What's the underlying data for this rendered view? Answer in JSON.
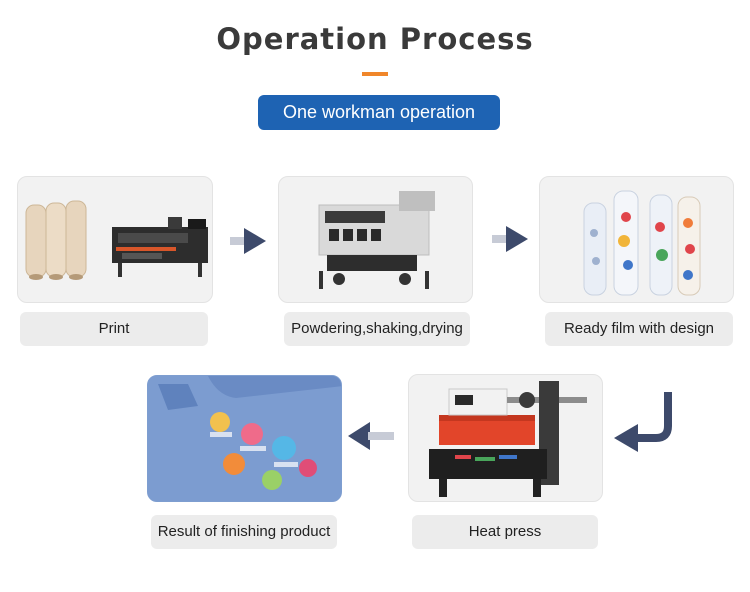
{
  "header": {
    "title": "Operation Process",
    "subtitle_pill": "One workman operation"
  },
  "steps": [
    {
      "label": "Print",
      "icon": "dtf-printer-with-film-rolls"
    },
    {
      "label": "Powdering,shaking,drying",
      "icon": "powder-shaker-machine"
    },
    {
      "label": "Ready film with design",
      "icon": "printed-film-rolls"
    },
    {
      "label": "Heat press",
      "icon": "heat-press-machine"
    },
    {
      "label": "Result of finishing product",
      "icon": "printed-tshirt"
    }
  ],
  "colors": {
    "title": "#3a3a3a",
    "accent_underline": "#f0862a",
    "pill_background": "#1e63b3",
    "arrow": "#3d4a6b"
  }
}
